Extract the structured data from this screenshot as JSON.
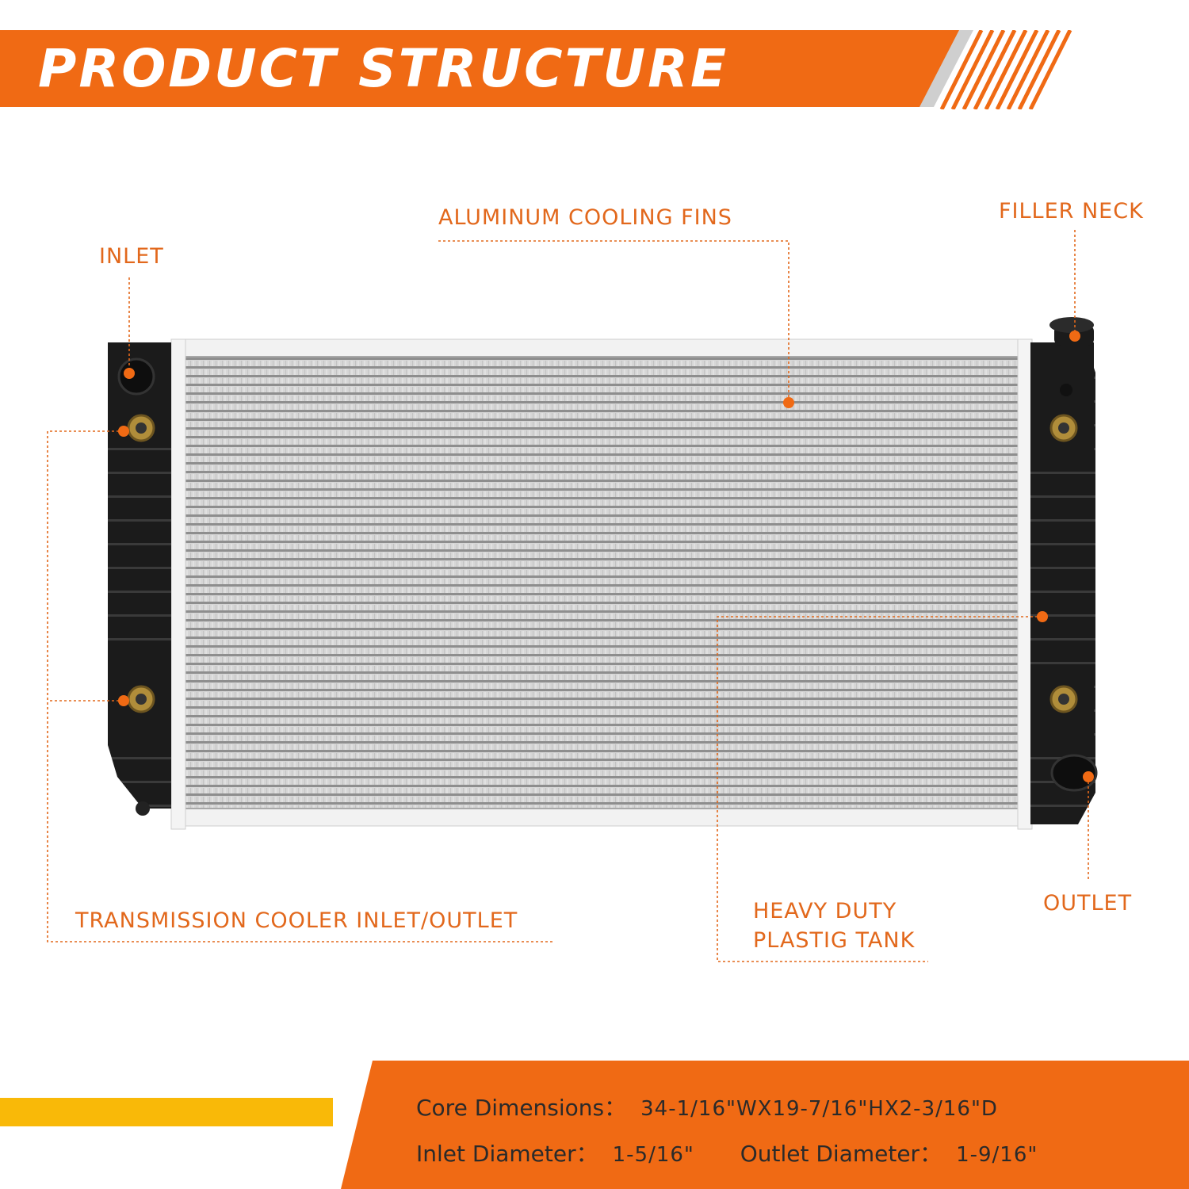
{
  "header": {
    "title": "PRODUCT STRUCTURE"
  },
  "callouts": {
    "inlet": "INLET",
    "cooling_fins": "ALUMINUM COOLING FINS",
    "filler_neck": "FILLER NECK",
    "transmission_cooler": "TRANSMISSION COOLER INLET/OUTLET",
    "tank_line1": "HEAVY DUTY",
    "tank_line2": "PLASTIG TANK",
    "outlet": "OUTLET"
  },
  "specs": {
    "core_label": "Core Dimensions：",
    "core_value": "34-1/16\"WX19-7/16\"HX2-3/16\"D",
    "inlet_label": "Inlet Diameter：",
    "inlet_value": "1-5/16\"",
    "outlet_label": "Outlet Diameter：",
    "outlet_value": "1-9/16\""
  },
  "colors": {
    "accent": "#f06a14",
    "callout_text": "#e2681c",
    "highlight_bar": "#f9b908",
    "tank": "#1b1b1b",
    "core": "#c9c9c9"
  }
}
